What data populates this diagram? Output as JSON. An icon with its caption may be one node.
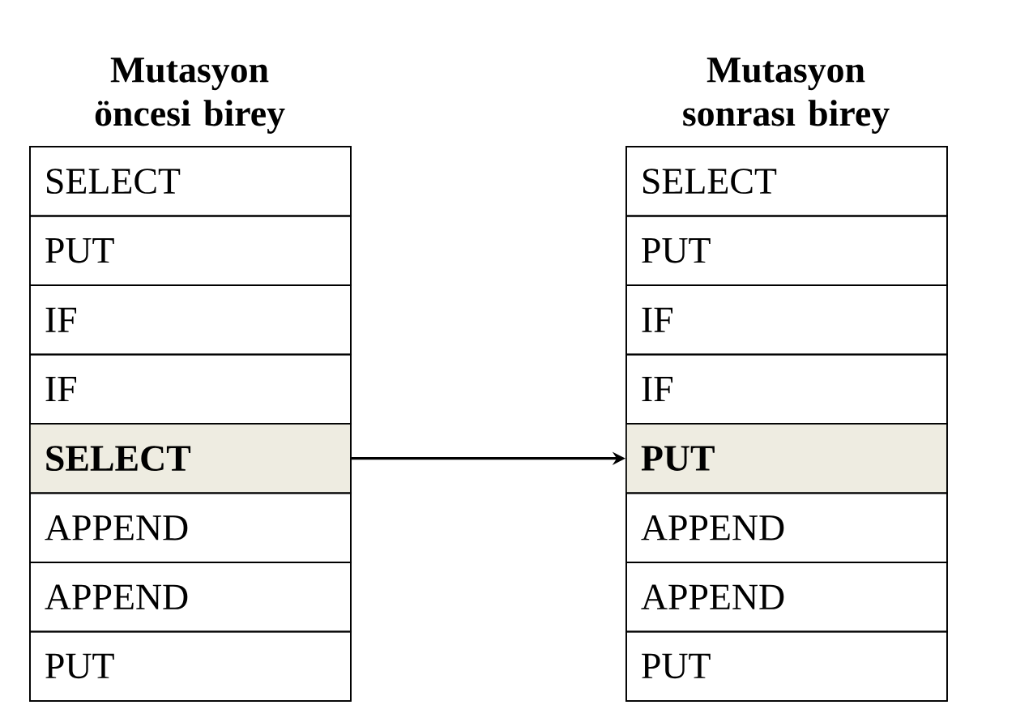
{
  "diagram": {
    "nodes": [
      {
        "text": [
          "Mutasyon öncesi birey"
        ]
      },
      {
        "text": [
          "SELECT"
        ],
        "in": 0
      },
      {
        "text": [
          "PUT"
        ],
        "in": 0
      },
      {
        "text": [
          "IF"
        ],
        "in": 0
      },
      {
        "text": [
          "IF"
        ],
        "in": 0
      },
      {
        "text": [
          "SELECT"
        ],
        "in": 0
      },
      {
        "text": [
          "APPEND"
        ],
        "in": 0
      },
      {
        "text": [
          "APPEND"
        ],
        "in": 0
      },
      {
        "text": [
          "PUT"
        ],
        "in": 0
      },
      {
        "text": [
          "Mutasyon sonrası birey"
        ]
      },
      {
        "text": [
          "SELECT"
        ],
        "in": 9
      },
      {
        "text": [
          "PUT"
        ],
        "in": 9
      },
      {
        "text": [
          "IF"
        ],
        "in": 9
      },
      {
        "text": [
          "IF"
        ],
        "in": 9
      },
      {
        "text": [
          "PUT"
        ],
        "in": 9
      },
      {
        "text": [
          "APPEND"
        ],
        "in": 9
      },
      {
        "text": [
          "APPEND"
        ],
        "in": 9
      },
      {
        "text": [
          "PUT"
        ],
        "in": 9
      }
    ],
    "edges": [
      {
        "from": 5,
        "to": 14,
        "arrow": "to"
      }
    ]
  }
}
